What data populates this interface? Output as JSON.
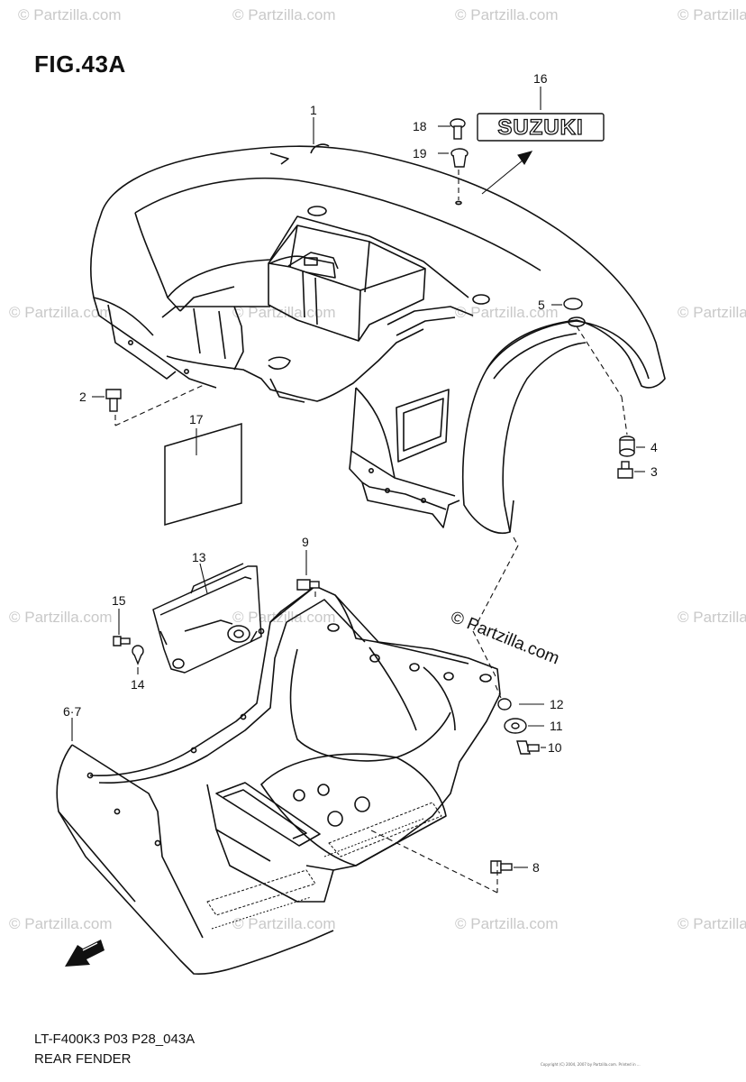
{
  "figure": {
    "title": "FIG.43A",
    "code": "LT-F400K3 P03 P28_043A",
    "name": "REAR FENDER"
  },
  "brand_badge": "SUZUKI",
  "watermark": "© Partzilla.com",
  "copyright_banner": "© Partzilla.com",
  "tiny_print": "Copyright (C) 2004, 2007 by Partzilla.com. Printed in ...",
  "callouts": [
    {
      "id": "1",
      "label": "1"
    },
    {
      "id": "2",
      "label": "2"
    },
    {
      "id": "3",
      "label": "3"
    },
    {
      "id": "4",
      "label": "4"
    },
    {
      "id": "5",
      "label": "5"
    },
    {
      "id": "67",
      "label": "6·7"
    },
    {
      "id": "8",
      "label": "8"
    },
    {
      "id": "9",
      "label": "9"
    },
    {
      "id": "10",
      "label": "10"
    },
    {
      "id": "11",
      "label": "11"
    },
    {
      "id": "12",
      "label": "12"
    },
    {
      "id": "13",
      "label": "13"
    },
    {
      "id": "14",
      "label": "14"
    },
    {
      "id": "15",
      "label": "15"
    },
    {
      "id": "16",
      "label": "16"
    },
    {
      "id": "17",
      "label": "17"
    },
    {
      "id": "18",
      "label": "18"
    },
    {
      "id": "19",
      "label": "19"
    }
  ],
  "colors": {
    "ink": "#111111",
    "watermark": "#c9c9c9",
    "paper": "#ffffff"
  }
}
